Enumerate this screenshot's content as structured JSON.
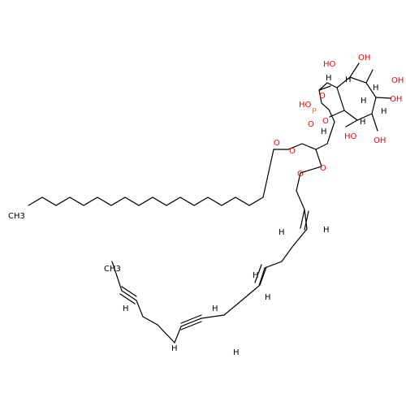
{
  "colors": {
    "bond": "#000000",
    "oxygen": "#ff0000",
    "phosphorus": "#ff8000",
    "hydrogen": "#000000",
    "carbon": "#000000"
  },
  "labels": {
    "ester_o_carbonyl_1": "O",
    "ester_o_link_1": "O",
    "ester_o_carbonyl_2": "O",
    "ester_o_link_2": "O",
    "phosphate_p": "P",
    "phosphate_o_double": "O",
    "phosphate_oh": "HO",
    "phosphate_o_glycerol": "O",
    "phosphate_o_inositol": "O",
    "inositol_oh_1": "HO",
    "inositol_oh_2": "OH",
    "inositol_oh_3": "OH",
    "inositol_oh_4": "OH",
    "inositol_oh_5": "OH",
    "inositol_oh_6": "HO",
    "inositol_h_1": "H",
    "inositol_h_2": "H",
    "inositol_h_3": "H",
    "inositol_h_4": "H",
    "inositol_h_5": "H",
    "inositol_h_6": "H",
    "glycerol_h": "H",
    "terminal_ch3_1": "CH3",
    "terminal_ch3_2": "CH3",
    "alkene_h_1": "H",
    "alkene_h_2": "H",
    "alkene_h_3": "H",
    "alkene_h_4": "H",
    "alkene_h_5": "H",
    "alkene_h_6": "H",
    "alkene_h_7": "H",
    "alkene_h_8": "H"
  }
}
